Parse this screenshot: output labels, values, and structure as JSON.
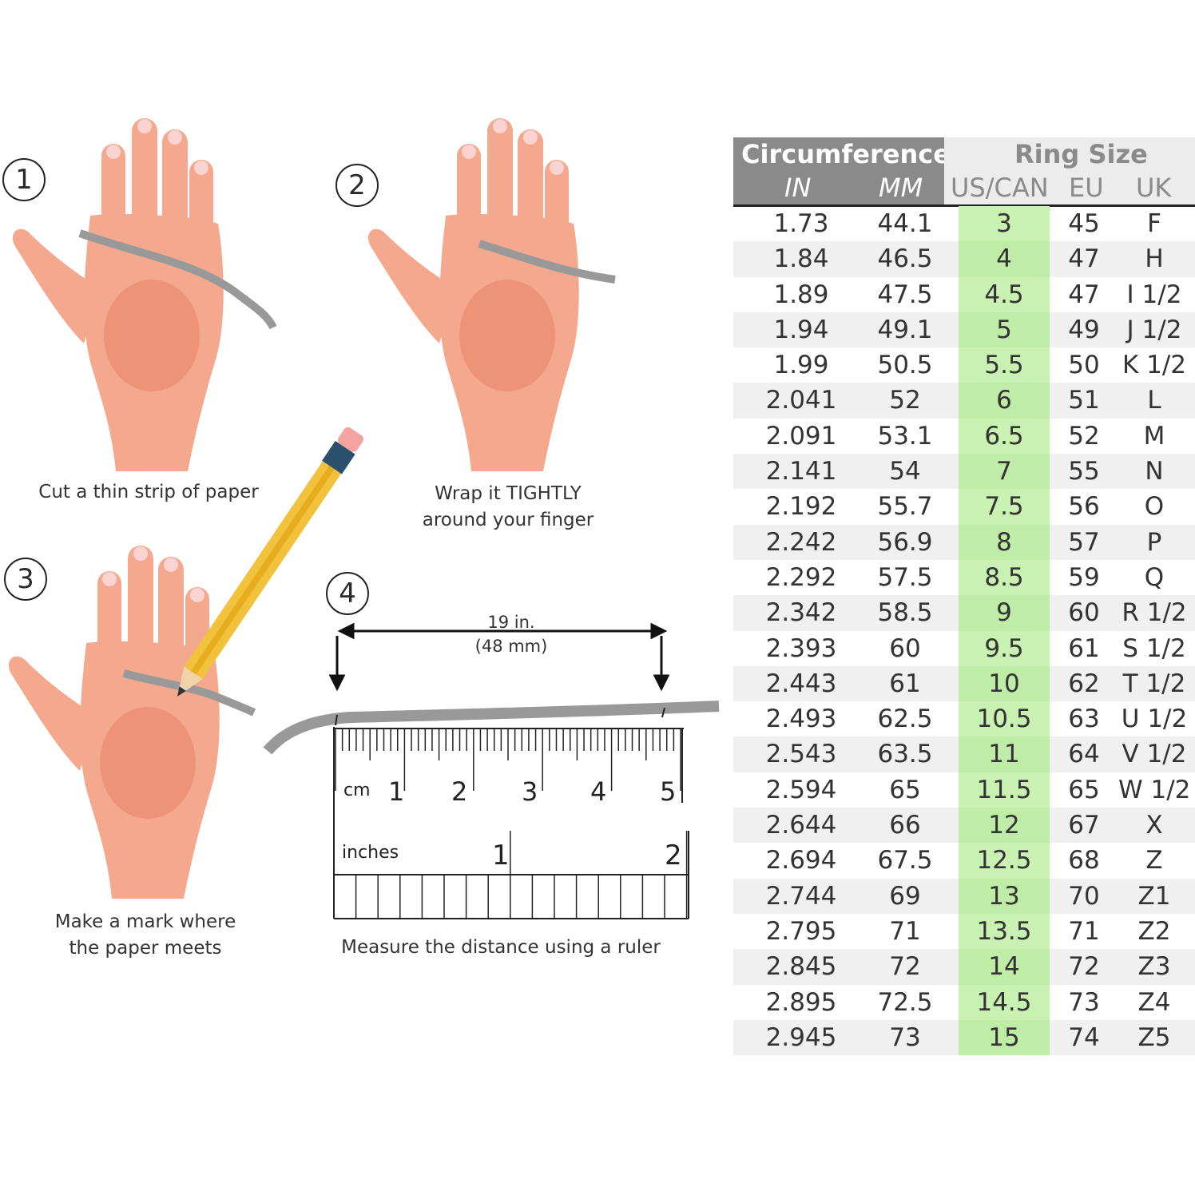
{
  "steps": [
    {
      "number": "1",
      "caption_lines": [
        "Cut a thin strip of paper"
      ]
    },
    {
      "number": "2",
      "caption_lines": [
        "Wrap it TIGHTLY",
        "around your finger"
      ]
    },
    {
      "number": "3",
      "caption_lines": [
        "Make a mark where",
        "the paper meets"
      ]
    },
    {
      "number": "4",
      "caption_lines": [
        "Measure the distance using a ruler"
      ]
    }
  ],
  "measure": {
    "label_in": "19 in.",
    "label_mm": "(48 mm)"
  },
  "ruler": {
    "cm_label": "cm",
    "cm_numbers": [
      "1",
      "2",
      "3",
      "4",
      "5"
    ],
    "inch_label": "inches",
    "inch_numbers": [
      "1",
      "2"
    ]
  },
  "table": {
    "header": {
      "circumference": "Circumference",
      "ring_size": "Ring Size",
      "in": "IN",
      "mm": "MM",
      "us_can": "US/CAN",
      "eu": "EU",
      "uk": "UK"
    },
    "rows": [
      {
        "in": "1.73",
        "mm": "44.1",
        "us": "3",
        "eu": "45",
        "uk": "F"
      },
      {
        "in": "1.84",
        "mm": "46.5",
        "us": "4",
        "eu": "47",
        "uk": "H"
      },
      {
        "in": "1.89",
        "mm": "47.5",
        "us": "4.5",
        "eu": "47",
        "uk": "I 1/2"
      },
      {
        "in": "1.94",
        "mm": "49.1",
        "us": "5",
        "eu": "49",
        "uk": "J 1/2"
      },
      {
        "in": "1.99",
        "mm": "50.5",
        "us": "5.5",
        "eu": "50",
        "uk": "K 1/2"
      },
      {
        "in": "2.041",
        "mm": "52",
        "us": "6",
        "eu": "51",
        "uk": "L"
      },
      {
        "in": "2.091",
        "mm": "53.1",
        "us": "6.5",
        "eu": "52",
        "uk": "M"
      },
      {
        "in": "2.141",
        "mm": "54",
        "us": "7",
        "eu": "55",
        "uk": "N"
      },
      {
        "in": "2.192",
        "mm": "55.7",
        "us": "7.5",
        "eu": "56",
        "uk": "O"
      },
      {
        "in": "2.242",
        "mm": "56.9",
        "us": "8",
        "eu": "57",
        "uk": "P"
      },
      {
        "in": "2.292",
        "mm": "57.5",
        "us": "8.5",
        "eu": "59",
        "uk": "Q"
      },
      {
        "in": "2.342",
        "mm": "58.5",
        "us": "9",
        "eu": "60",
        "uk": "R 1/2"
      },
      {
        "in": "2.393",
        "mm": "60",
        "us": "9.5",
        "eu": "61",
        "uk": "S 1/2"
      },
      {
        "in": "2.443",
        "mm": "61",
        "us": "10",
        "eu": "62",
        "uk": "T 1/2"
      },
      {
        "in": "2.493",
        "mm": "62.5",
        "us": "10.5",
        "eu": "63",
        "uk": "U 1/2"
      },
      {
        "in": "2.543",
        "mm": "63.5",
        "us": "11",
        "eu": "64",
        "uk": "V 1/2"
      },
      {
        "in": "2.594",
        "mm": "65",
        "us": "11.5",
        "eu": "65",
        "uk": "W 1/2"
      },
      {
        "in": "2.644",
        "mm": "66",
        "us": "12",
        "eu": "67",
        "uk": "X"
      },
      {
        "in": "2.694",
        "mm": "67.5",
        "us": "12.5",
        "eu": "68",
        "uk": "Z"
      },
      {
        "in": "2.744",
        "mm": "69",
        "us": "13",
        "eu": "70",
        "uk": "Z1"
      },
      {
        "in": "2.795",
        "mm": "71",
        "us": "13.5",
        "eu": "71",
        "uk": "Z2"
      },
      {
        "in": "2.845",
        "mm": "72",
        "us": "14",
        "eu": "72",
        "uk": "Z3"
      },
      {
        "in": "2.895",
        "mm": "72.5",
        "us": "14.5",
        "eu": "73",
        "uk": "Z4"
      },
      {
        "in": "2.945",
        "mm": "73",
        "us": "15",
        "eu": "74",
        "uk": "Z5"
      }
    ]
  },
  "colors": {
    "skin": "#f4a98e",
    "skin_shade": "#ec9378",
    "paper_strip": "#999999",
    "pencil": "#f3c23c",
    "header_dark": "#8a8a8a",
    "us_column": "#c9f2b2"
  }
}
